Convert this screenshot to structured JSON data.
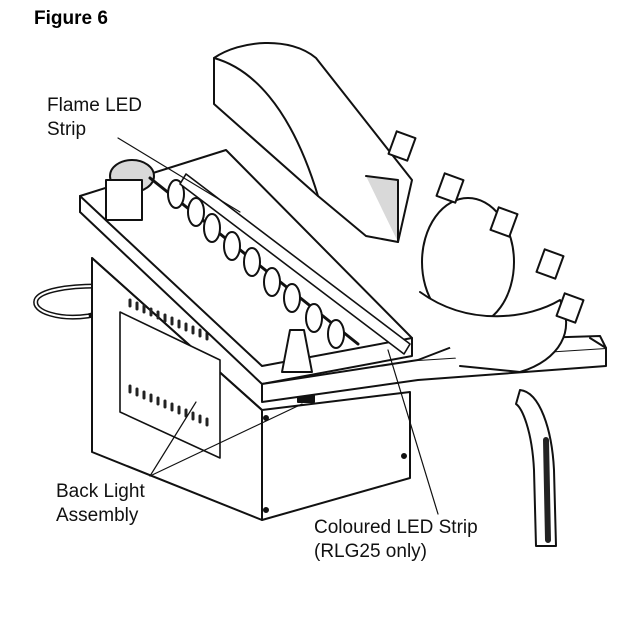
{
  "figure": {
    "title": "Figure 6"
  },
  "callouts": {
    "flame_led": {
      "line1": "Flame LED",
      "line2": "Strip"
    },
    "back_light": {
      "line1": "Back Light",
      "line2": "Assembly"
    },
    "coloured_led": {
      "line1": "Coloured LED Strip",
      "line2": "(RLG25 only)"
    }
  },
  "colors": {
    "line": "#111111",
    "shade": "#d9d9d9",
    "fill": "#ffffff",
    "dark": "#222222"
  }
}
